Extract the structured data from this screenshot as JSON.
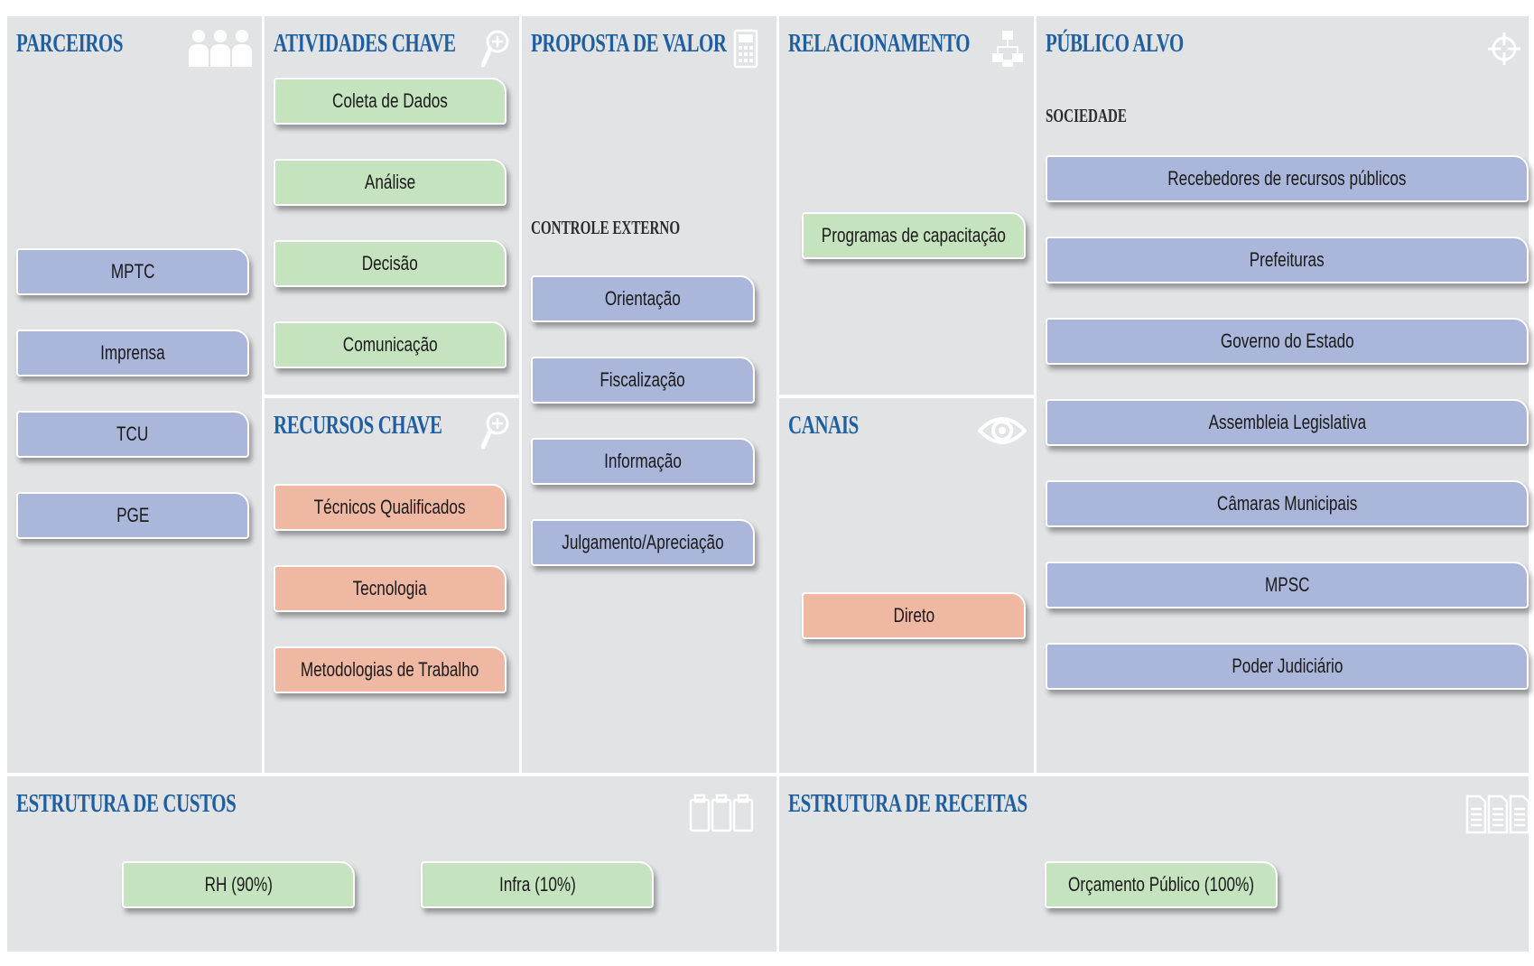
{
  "colors": {
    "title_blue": "#1f5fa0",
    "card_blue": "#aab6da",
    "card_green": "#c6e3bf",
    "card_salmon": "#efb8a3",
    "cell_gray": "#e2e3e5"
  },
  "parceiros": {
    "title": "PARCEIROS",
    "icon": "people-icon",
    "items": [
      "MPTC",
      "Imprensa",
      "TCU",
      "PGE"
    ]
  },
  "atividades": {
    "title": "ATIVIDADES CHAVE",
    "icon": "magnifier-icon",
    "items": [
      "Coleta de Dados",
      "Análise",
      "Decisão",
      "Comunicação"
    ]
  },
  "recursos": {
    "title": "RECURSOS CHAVE",
    "icon": "magnifier-icon",
    "items": [
      "Técnicos Qualificados",
      "Tecnologia",
      "Metodologias de Trabalho"
    ]
  },
  "proposta": {
    "title": "PROPOSTA DE VALOR",
    "icon": "calculator-icon",
    "subtitle": "CONTROLE EXTERNO",
    "items": [
      "Orientação",
      "Fiscalização",
      "Informação",
      "Julgamento/Apreciação"
    ]
  },
  "relacionamento": {
    "title": "RELACIONAMENTO",
    "icon": "org-chart-icon",
    "items": [
      "Programas de capacitação"
    ]
  },
  "canais": {
    "title": "CANAIS",
    "icon": "eye-icon",
    "items": [
      "Direto"
    ]
  },
  "publico": {
    "title": "PÚBLICO ALVO",
    "icon": "target-icon",
    "subtitle": "SOCIEDADE",
    "items": [
      "Recebedores de recursos públicos",
      "Prefeituras",
      "Governo do Estado",
      "Assembleia Legislativa",
      "Câmaras Municipais",
      "MPSC",
      "Poder Judiciário"
    ]
  },
  "custos": {
    "title": "ESTRUTURA DE CUSTOS",
    "icon": "clipboards-icon",
    "items": [
      "RH (90%)",
      "Infra (10%)"
    ]
  },
  "receitas": {
    "title": "ESTRUTURA DE RECEITAS",
    "icon": "documents-icon",
    "items": [
      "Orçamento Público (100%)"
    ]
  }
}
